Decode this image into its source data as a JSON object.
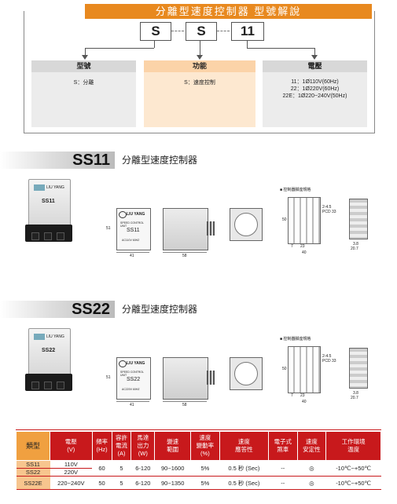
{
  "header": {
    "title": "分離型速度控制器 型號解說",
    "codes": [
      "S",
      "S",
      "11"
    ]
  },
  "columns": [
    {
      "heading": "型號",
      "body": [
        "S：分離"
      ]
    },
    {
      "heading": "功能",
      "body": [
        "S：速度控制"
      ]
    },
    {
      "heading": "電壓",
      "body": [
        "11：1Ø110V(60Hz)",
        "22：1Ø220V(60Hz)",
        "22E：1Ø220~240V(50Hz)"
      ]
    }
  ],
  "sections": [
    {
      "model": "SS11",
      "subtitle": "分離型速度控制器",
      "socket_label": "控制器腳座規格",
      "front_brand": "LIU YANG",
      "front_text1": "SPEED CONTROL UNIT",
      "front_model": "SS11",
      "front_text2": "AC110V 60HZ",
      "dim_h": "51",
      "dim_w1": "41",
      "dim_w2": "58",
      "socket_dims": {
        "hole": "2-4.5",
        "pcd": "PCD 33",
        "d1": "7",
        "d2": "23",
        "d3": "40",
        "h": "50",
        "s1": "3.8",
        "s2": "20.7"
      }
    },
    {
      "model": "SS22",
      "subtitle": "分離型速度控制器",
      "socket_label": "控制器腳座規格",
      "front_brand": "LIU YANG",
      "front_text1": "SPEED CONTROL UNIT",
      "front_model": "SS22",
      "front_text2": "AC220V 60HZ",
      "dim_h": "51",
      "dim_w1": "41",
      "dim_w2": "58",
      "socket_dims": {
        "hole": "2-4.5",
        "pcd": "PCD 33",
        "d1": "7",
        "d2": "23",
        "d3": "40",
        "h": "50",
        "s1": "3.8",
        "s2": "20.7"
      }
    }
  ],
  "table": {
    "headers": [
      "類型",
      "電壓\n(V)",
      "頻率\n(Hz)",
      "容許\n電流\n(A)",
      "馬達\n出力\n(W)",
      "變速\n範圍",
      "速度\n變動率\n(%)",
      "速度\n應答性",
      "電子式\n煞車",
      "速度\n安定性",
      "工作環境\n溫度"
    ],
    "rows": [
      {
        "type": "SS11",
        "voltage": "110V",
        "freq": "60",
        "current": "5",
        "power": "6-120",
        "range": "90~1600",
        "rate": "5%",
        "response": "0.5 秒 (Sec)",
        "brake": "--",
        "stability": "◎",
        "temp": "-10℃~+50℃"
      },
      {
        "type": "SS22",
        "voltage": "220V"
      },
      {
        "type": "SS22E",
        "voltage": "220~240V",
        "freq": "50",
        "current": "5",
        "power": "6-120",
        "range": "90~1350",
        "rate": "5%",
        "response": "0.5 秒 (Sec)",
        "brake": "--",
        "stability": "◎",
        "temp": "-10℃~+50℃"
      }
    ]
  },
  "colors": {
    "accent": "#e8891f",
    "table_red": "#c8191c",
    "col_mid": "#fde0bf",
    "col_grey": "#d8d8d8"
  }
}
